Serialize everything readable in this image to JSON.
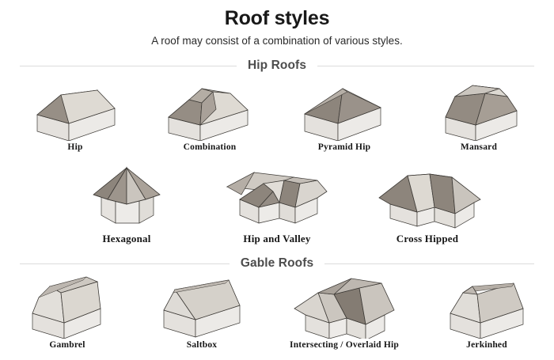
{
  "header": {
    "title": "Roof styles",
    "subtitle": "A roof may consist of a combination of various styles."
  },
  "colors": {
    "roof_dark": "#8d857c",
    "roof_mid": "#a39b92",
    "roof_light": "#dedad3",
    "roof_pale": "#e8e5e0",
    "wall_light": "#eceae7",
    "wall_shade": "#dddad6",
    "outline": "#3d3a36",
    "divider": "#dcdcdc",
    "title_text": "#181818",
    "section_text": "#4d4d4d",
    "label_text": "#161616"
  },
  "sections": [
    {
      "id": "hip-roofs",
      "label": "Hip Roofs",
      "rows": [
        {
          "id": "hip-row-1",
          "items": [
            {
              "id": "hip",
              "label": "Hip"
            },
            {
              "id": "combination",
              "label": "Combination"
            },
            {
              "id": "pyramid-hip",
              "label": "Pyramid Hip"
            },
            {
              "id": "mansard",
              "label": "Mansard"
            }
          ]
        },
        {
          "id": "hip-row-2",
          "items": [
            {
              "id": "hexagonal",
              "label": "Hexagonal"
            },
            {
              "id": "hip-and-valley",
              "label": "Hip and Valley"
            },
            {
              "id": "cross-hipped",
              "label": "Cross Hipped"
            }
          ]
        }
      ]
    },
    {
      "id": "gable-roofs",
      "label": "Gable Roofs",
      "rows": [
        {
          "id": "gable-row-1",
          "items": [
            {
              "id": "gambrel",
              "label": "Gambrel"
            },
            {
              "id": "saltbox",
              "label": "Saltbox"
            },
            {
              "id": "intersecting-overlaid-hip",
              "label": "Intersecting / Overlaid Hip"
            },
            {
              "id": "jerkinhed",
              "label": "Jerkinhed"
            }
          ]
        }
      ]
    }
  ]
}
